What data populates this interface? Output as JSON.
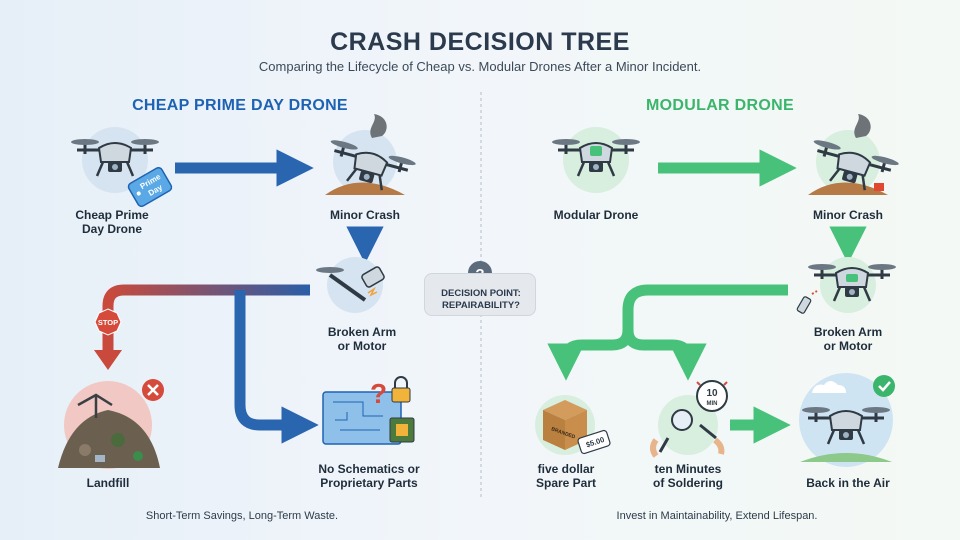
{
  "title": "CRASH DECISION TREE",
  "subtitle": "Comparing the Lifecycle of Cheap vs. Modular Drones After a Minor Incident.",
  "left": {
    "heading": "CHEAP PRIME DAY DRONE",
    "tag_line1": "Prime",
    "tag_line2": "Day",
    "stop_sign": "STOP",
    "nodes": {
      "drone": [
        "Cheap Prime",
        "Day Drone"
      ],
      "crash": [
        "Minor Crash"
      ],
      "broken": [
        "Broken Arm",
        "or Motor"
      ],
      "landfill": [
        "Landfill"
      ],
      "schematics": [
        "No Schematics or",
        "Proprietary Parts"
      ]
    },
    "footer": "Short-Term Savings, Long-Term Waste."
  },
  "center": {
    "decision_line1": "DECISION POINT:",
    "decision_line2": "REPAIRABILITY?"
  },
  "right": {
    "heading": "MODULAR DRONE",
    "box_label": "BRANDED",
    "price_tag": "$5.00",
    "timer_value": "10",
    "timer_unit": "MIN",
    "nodes": {
      "drone": [
        "Modular Drone"
      ],
      "crash": [
        "Minor Crash"
      ],
      "broken": [
        "Broken Arm",
        "or Motor"
      ],
      "part": [
        "five dollar",
        "Spare Part"
      ],
      "solder": [
        "ten Minutes",
        "of Soldering"
      ],
      "air": [
        "Back in the Air"
      ]
    },
    "footer": "Invest in Maintainability, Extend Lifespan."
  },
  "colors": {
    "blue": "#1e63b3",
    "green": "#3bb56b",
    "red": "#c94a3c",
    "title": "#2b3a4c"
  }
}
